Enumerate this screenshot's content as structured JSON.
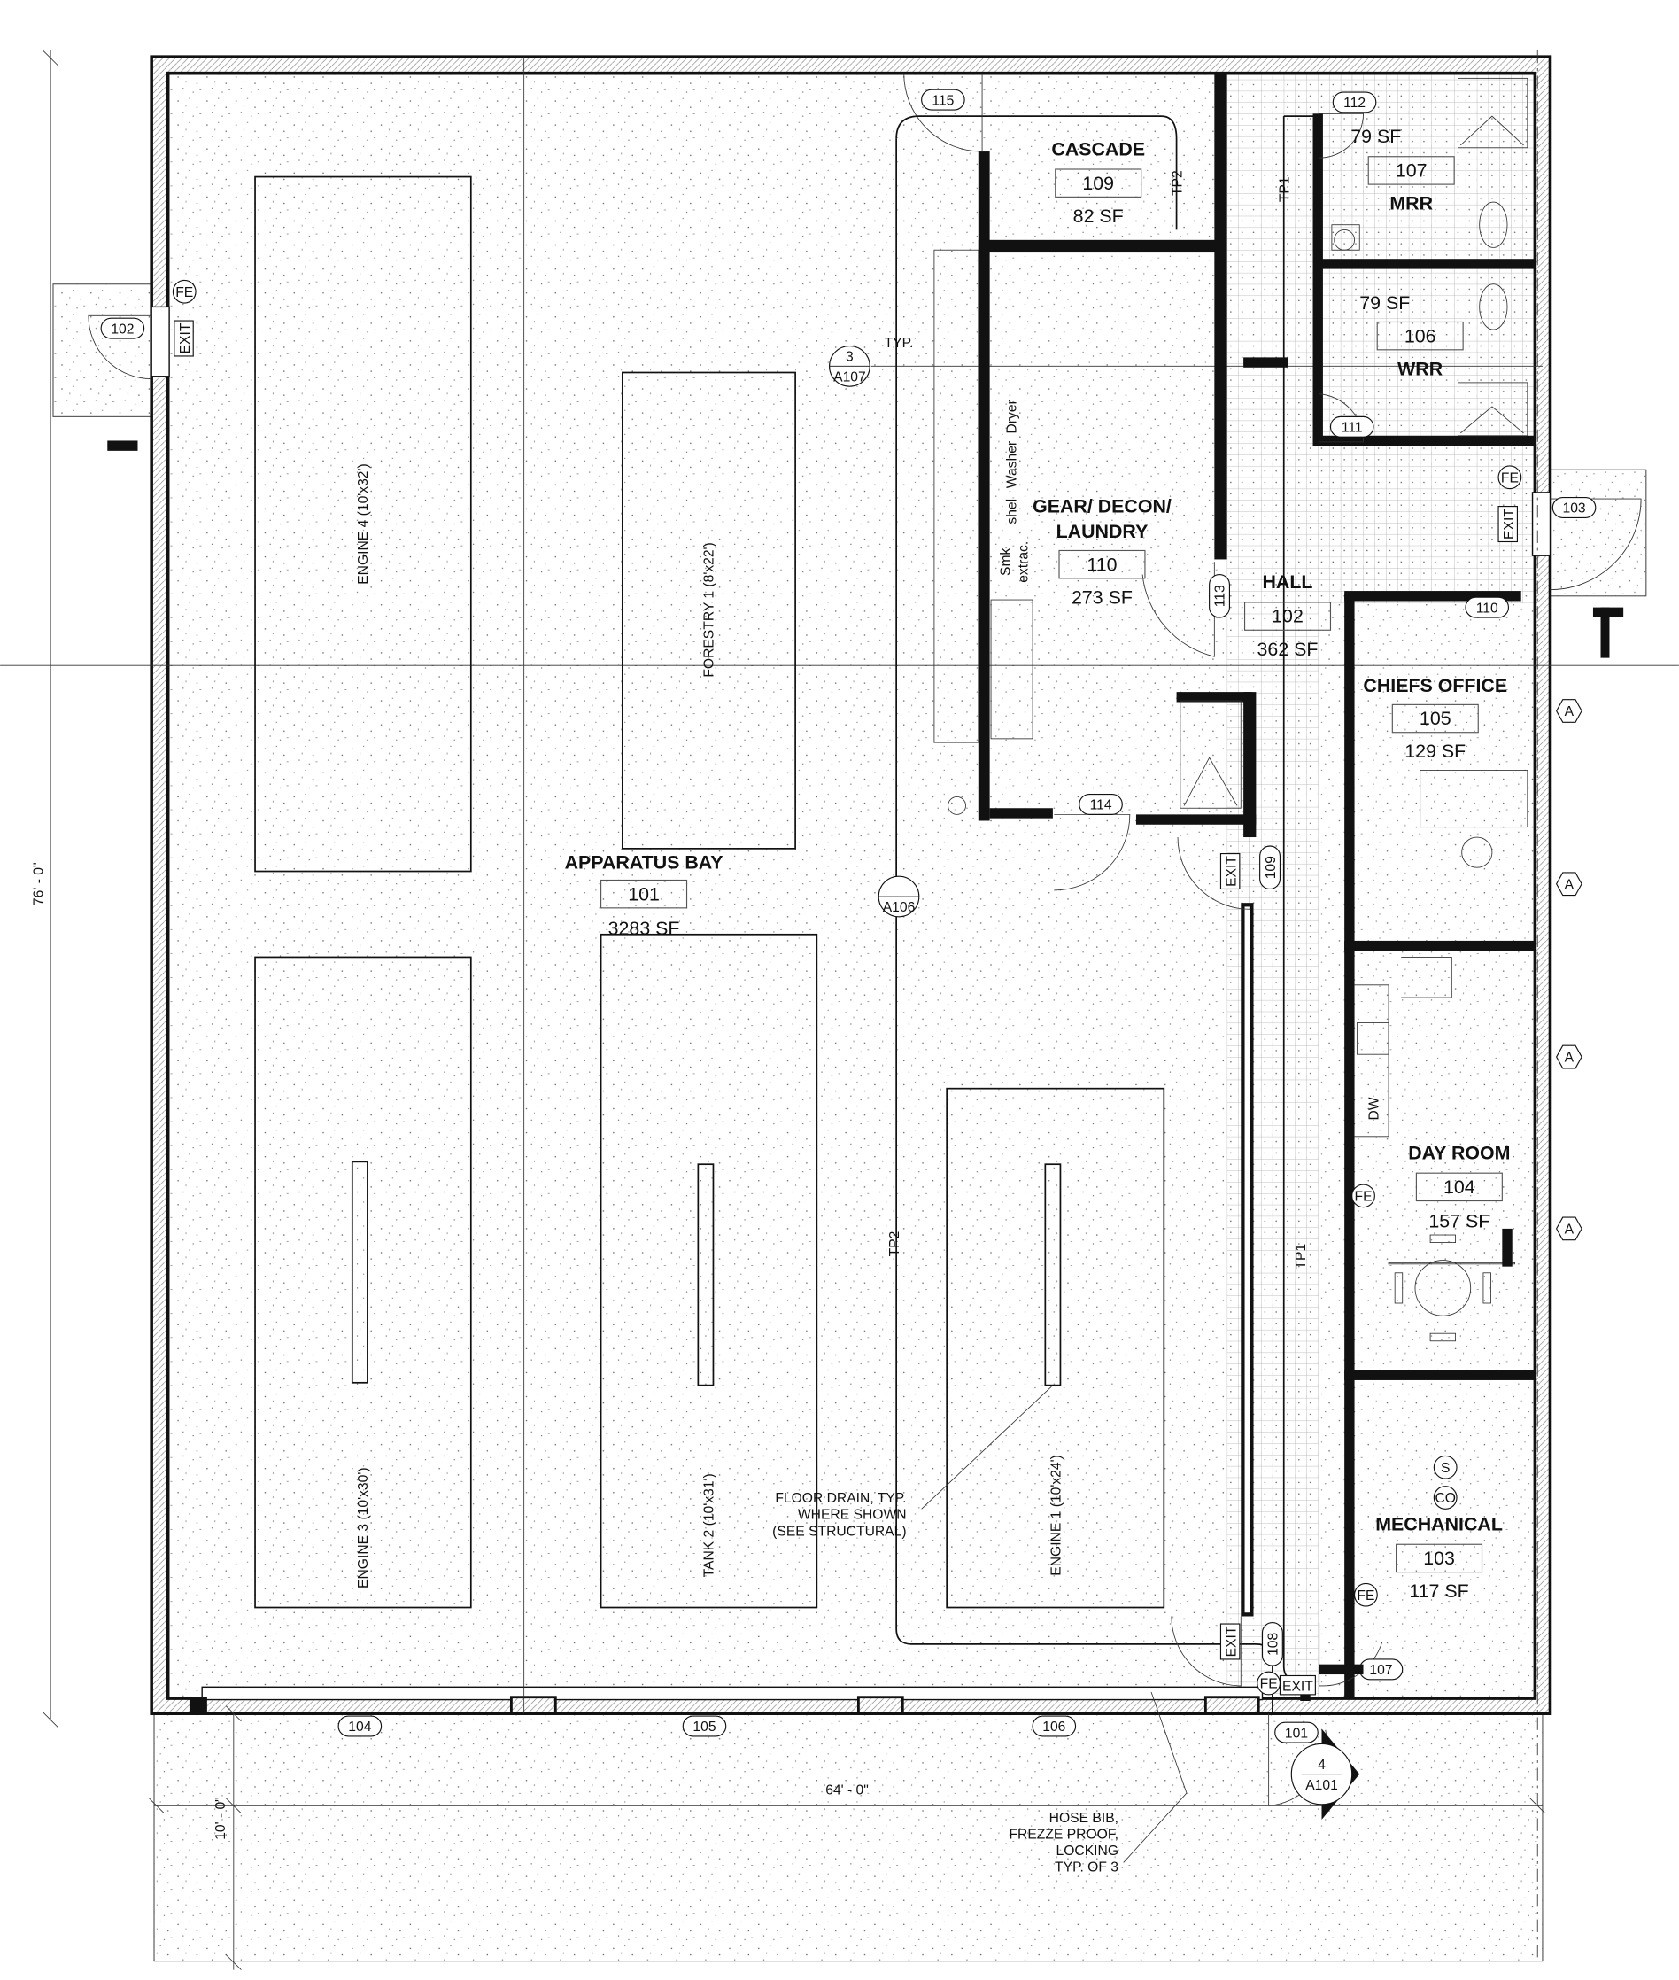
{
  "rooms": [
    {
      "id": "apparatus-bay",
      "name": "APPARATUS BAY",
      "number": "101",
      "area": "3283 SF"
    },
    {
      "id": "cascade",
      "name": "CASCADE",
      "number": "109",
      "area": "82 SF"
    },
    {
      "id": "gear-decon-laundry",
      "name": "GEAR/ DECON/",
      "name2": "LAUNDRY",
      "number": "110",
      "area": "273 SF"
    },
    {
      "id": "hall",
      "name": "HALL",
      "number": "102",
      "area": "362 SF"
    },
    {
      "id": "chiefs-office",
      "name": "CHIEFS OFFICE",
      "number": "105",
      "area": "129 SF"
    },
    {
      "id": "day-room",
      "name": "DAY ROOM",
      "number": "104",
      "area": "157 SF"
    },
    {
      "id": "mechanical",
      "name": "MECHANICAL",
      "number": "103",
      "area": "117 SF"
    },
    {
      "id": "mrr",
      "name": "MRR",
      "number": "107",
      "area": "79 SF"
    },
    {
      "id": "wrr",
      "name": "WRR",
      "number": "106",
      "area": "79 SF"
    }
  ],
  "vehicles": [
    "ENGINE 4 (10'x32')",
    "FORESTRY 1 (8'x22')",
    "ENGINE 3 (10'x30')",
    "TANK 2 (10'x31')",
    "ENGINE 1 (10'x24')"
  ],
  "door_tags": [
    "115",
    "112",
    "111",
    "113",
    "114",
    "110",
    "109",
    "108",
    "107",
    "101",
    "103",
    "102",
    "104",
    "105",
    "106"
  ],
  "exit_label": "EXIT",
  "fe_label": "FE",
  "elevation_tag": "A",
  "section_markers": [
    {
      "number": "3",
      "sheet": "A107"
    },
    {
      "number": "",
      "sheet": "A106"
    },
    {
      "number": "4",
      "sheet": "A101"
    }
  ],
  "annotations": {
    "typ": "TYP.",
    "tp1": "TP1",
    "tp2": "TP2",
    "dw": "DW",
    "s": "S",
    "co": "CO",
    "smk": "Smk",
    "extrac": "extrac.",
    "shelf": "shel",
    "washer": "Washer",
    "dryer": "Dryer",
    "floor_drain": [
      "FLOOR DRAIN, TYP.",
      "WHERE SHOWN",
      "(SEE STRUCTURAL)"
    ],
    "hose_bib": [
      "HOSE BIB,",
      "FREZZE PROOF,",
      "LOCKING",
      "TYP. OF 3"
    ]
  },
  "dimensions": {
    "height": "76' - 0\"",
    "width": "64' - 0\"",
    "apron": "10' - 0\""
  }
}
